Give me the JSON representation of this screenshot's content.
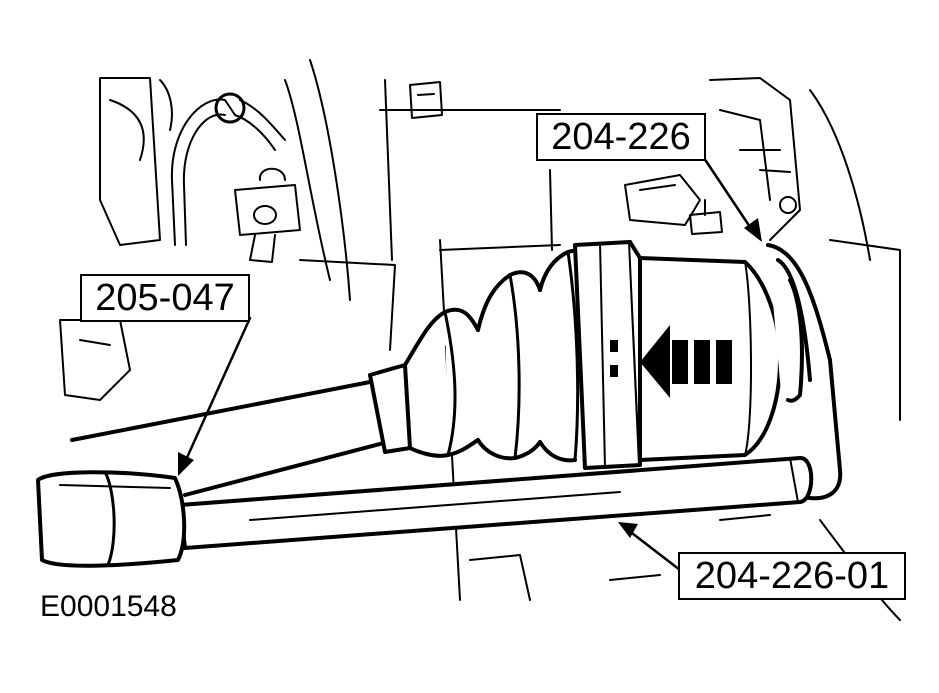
{
  "callouts": {
    "tool_204_226": "204-226",
    "tool_205_047": "205-047",
    "tool_204_226_01": "204-226-01"
  },
  "figure_id": "E0001548",
  "colors": {
    "ink": "#000000",
    "paper": "#ffffff"
  },
  "icons": [
    "direction-arrow-icon",
    "leader-arrow-icon"
  ]
}
